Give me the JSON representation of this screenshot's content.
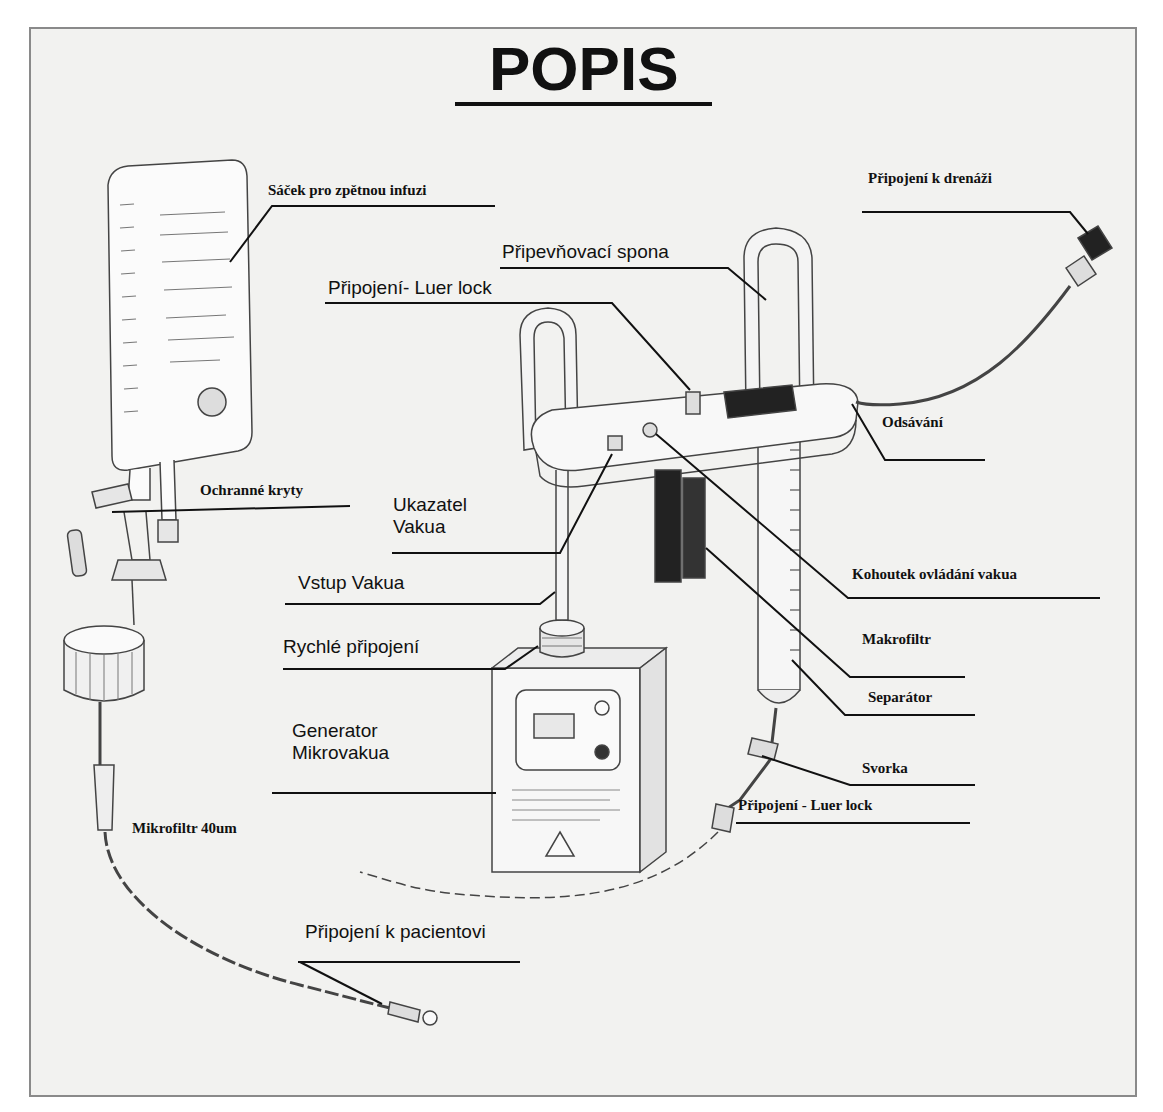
{
  "diagram": {
    "title": "POPIS",
    "labels": [
      "Sáček pro zpětnou infuzi",
      "Připojení k drenáži",
      "Připevňovací spona",
      "Připojení- Luer lock",
      "Odsávání",
      "Ochranné kryty",
      "Ukazatel Vakua",
      "Kohoutek ovládání vakua",
      "Vstup Vakua",
      "Makrofiltr",
      "Rychlé připojení",
      "Separátor",
      "Generator Mikrovakua",
      "Svorka",
      "Připojení - Luer lock",
      "Mikrofiltr 40um",
      "Připojení k pacientovi"
    ]
  }
}
